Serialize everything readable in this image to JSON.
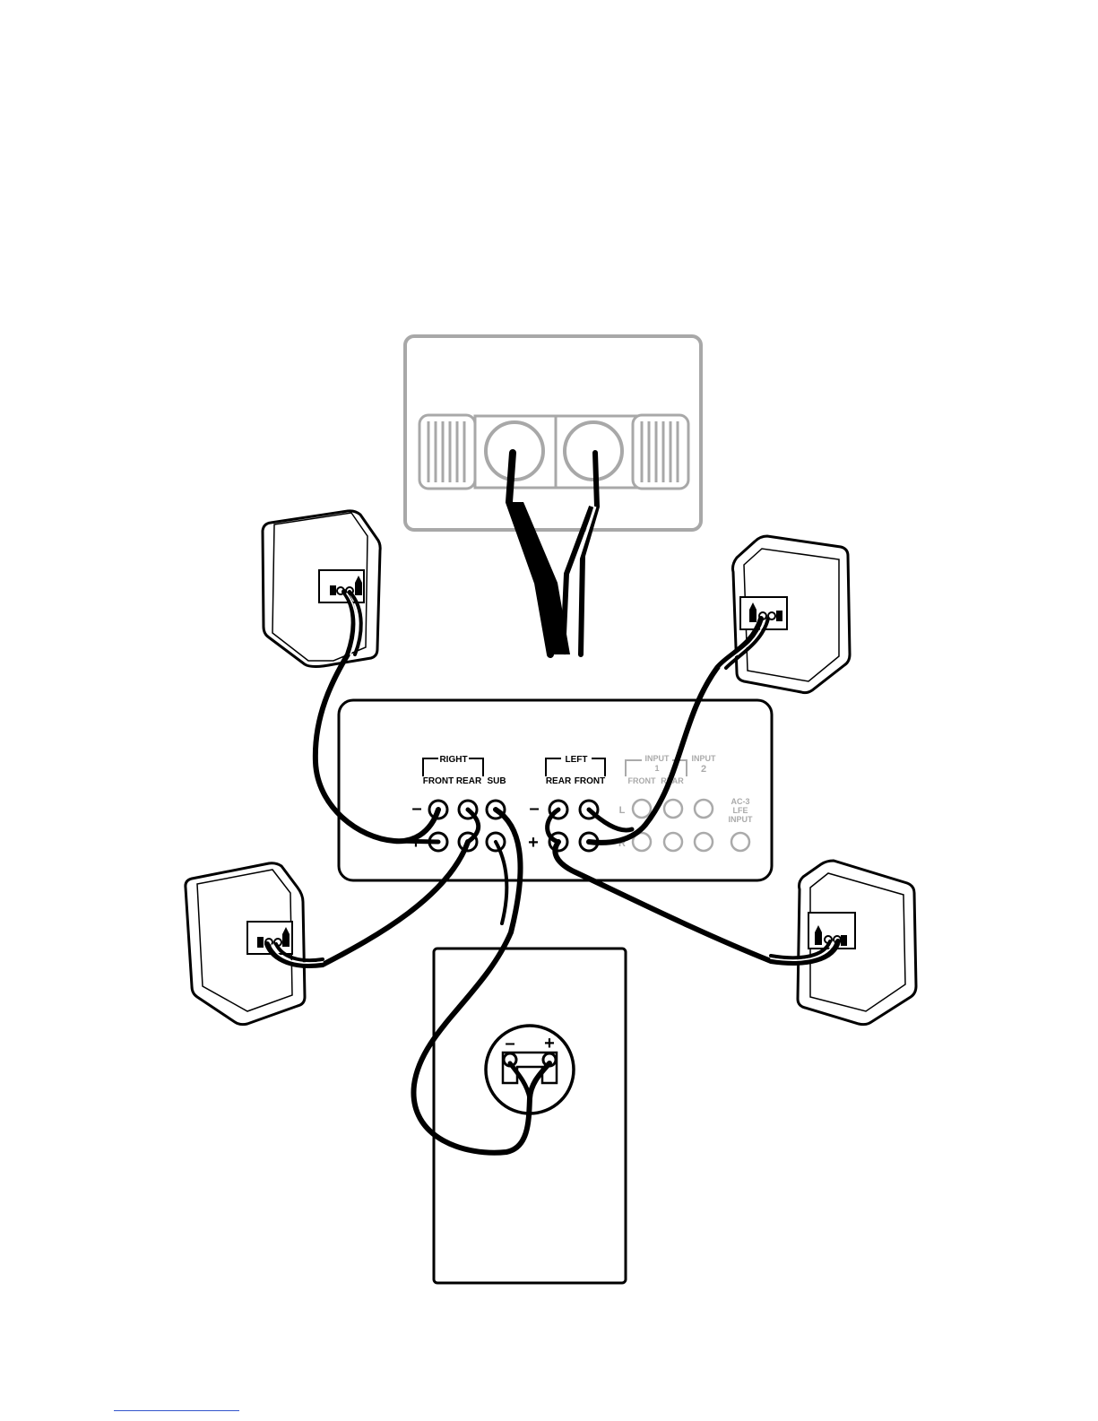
{
  "panel": {
    "right_group": "RIGHT",
    "right_front": "FRONT",
    "right_rear": "REAR",
    "sub": "SUB",
    "left_group": "LEFT",
    "left_rear": "REAR",
    "left_front": "FRONT",
    "minus": "–",
    "plus": "+",
    "input1": "INPUT",
    "input1_num": "1",
    "input1_front": "FRONT",
    "input1_rear": "REAR",
    "input2": "INPUT",
    "input2_num": "2",
    "row_l": "L",
    "row_r": "R",
    "ac3_line1": "AC-3",
    "ac3_line2": "LFE",
    "ac3_line3": "INPUT"
  },
  "subwoofer": {
    "minus": "–",
    "plus": "+"
  },
  "colors": {
    "ink": "#000000",
    "faded": "#aaaaaa",
    "link": "#3355cc"
  }
}
